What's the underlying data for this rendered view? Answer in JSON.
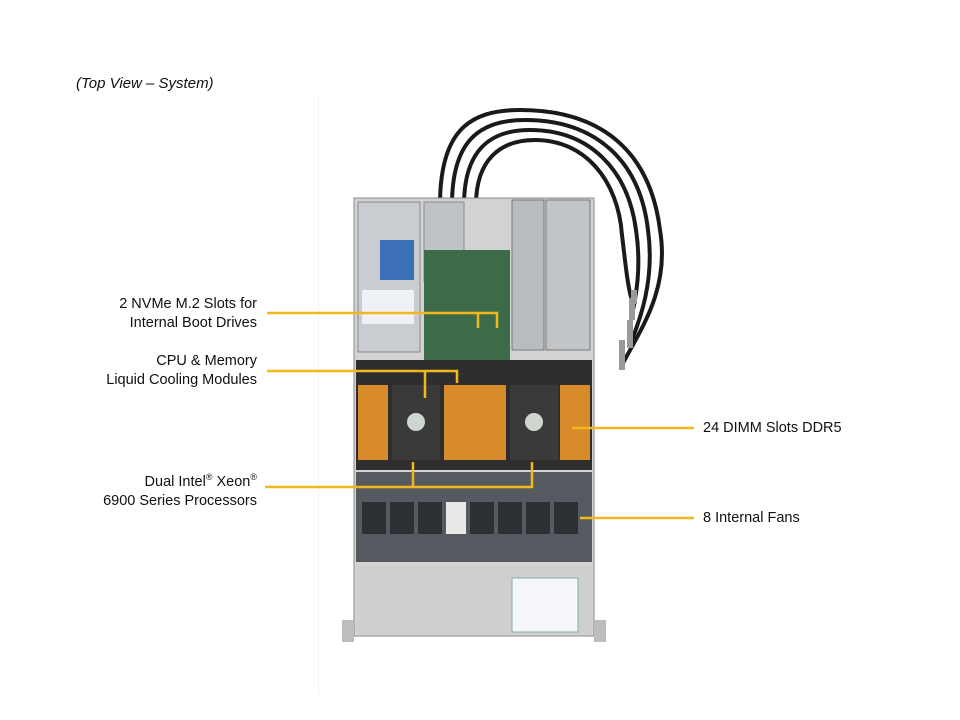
{
  "caption": "(Top View – System)",
  "callouts": {
    "nvme": {
      "line1": "2 NVMe M.2 Slots for",
      "line2": "Internal Boot Drives"
    },
    "cooling": {
      "line1": "CPU & Memory",
      "line2": "Liquid Cooling Modules"
    },
    "cpu": {
      "line1_a": "Dual Intel",
      "line1_sup1": "®",
      "line1_b": " Xeon",
      "line1_sup2": "®",
      "line2": "6900 Series Processors"
    },
    "dimm": {
      "text": "24 DIMM Slots DDR5"
    },
    "fans": {
      "text": "8 Internal Fans"
    }
  },
  "colors": {
    "callout_line": "#f2b71b",
    "chassis": "#c8c8c8",
    "dimm": "#d98b2b",
    "hose": "#1a1a1a",
    "fan": "#3a3d42",
    "board": "#3d6b4a"
  }
}
